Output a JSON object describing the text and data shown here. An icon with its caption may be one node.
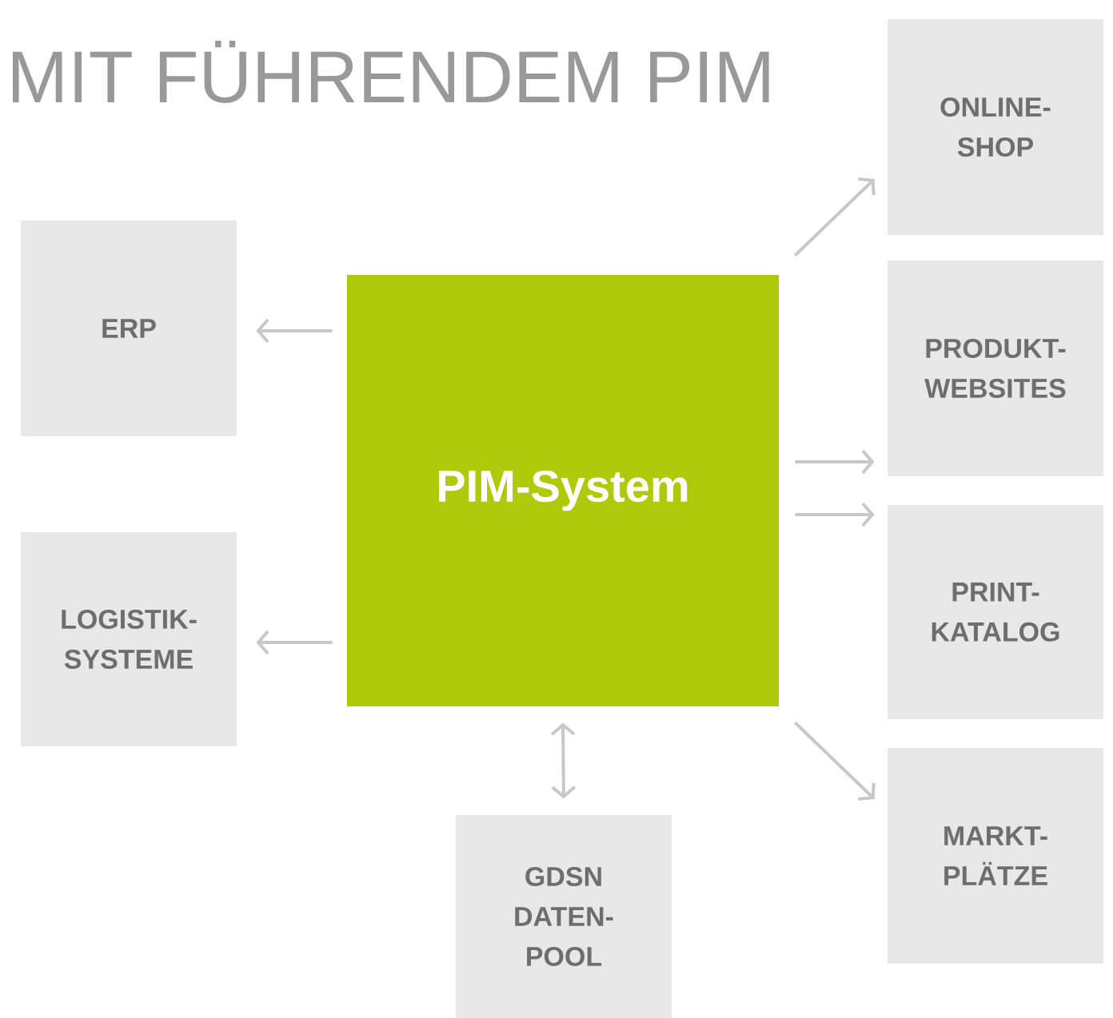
{
  "diagram": {
    "title": "MIT FÜHRENDEM PIM",
    "nodes": [
      {
        "text": [
          "ERP"
        ]
      },
      {
        "text": [
          "LOGISTIK- SYSTEME"
        ]
      },
      {
        "text": [
          "PIM-System"
        ]
      },
      {
        "text": [
          "GDSN DATEN- POOL"
        ]
      },
      {
        "text": [
          "ONLINE- SHOP"
        ]
      },
      {
        "text": [
          "PRODUKT- WEBSITES"
        ]
      },
      {
        "text": [
          "PRINT- KATALOG"
        ]
      },
      {
        "text": [
          "MARKT- PLÄTZE"
        ]
      }
    ],
    "edges": [
      {
        "from": 2,
        "to": 0,
        "arrow": "to"
      },
      {
        "from": 2,
        "to": 1,
        "arrow": "to"
      },
      {
        "from": 2,
        "to": 3,
        "arrow": "both"
      },
      {
        "from": 2,
        "to": 4,
        "arrow": "to"
      },
      {
        "from": 2,
        "to": 5,
        "arrow": "to"
      },
      {
        "from": 2,
        "to": 6,
        "arrow": "to"
      },
      {
        "from": 2,
        "to": 7,
        "arrow": "to"
      }
    ]
  }
}
